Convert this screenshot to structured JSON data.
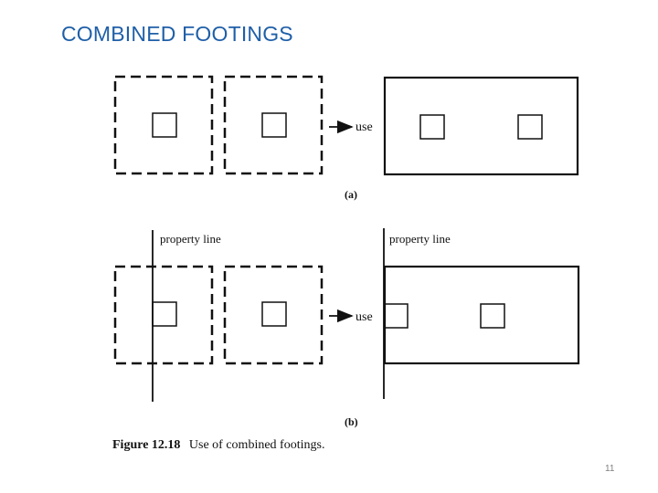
{
  "slide": {
    "title": "COMBINED FOOTINGS",
    "page_number": "11"
  },
  "figure": {
    "part_a": {
      "label": "(a)",
      "arrow_text": "use"
    },
    "part_b": {
      "label": "(b)",
      "arrow_text": "use",
      "property_line_left": "property line",
      "property_line_right": "property line"
    },
    "caption_number": "Figure 12.18",
    "caption_text": "Use of combined footings."
  }
}
